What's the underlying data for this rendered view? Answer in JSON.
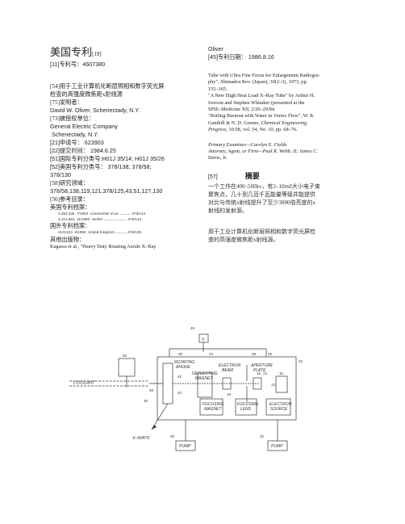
{
  "header": {
    "title": "美国专利",
    "title_sup": "[19]",
    "patent_number": "[11]专利号：4607380"
  },
  "left": {
    "patent_title_1": "[54]用于工业计算机化断层照相和数字荧光屏",
    "patent_title_2": "检查的高强度微焦距x射线源",
    "inventor_label": "[75]发明者：",
    "inventor": "David W. Oliver, Schenectady, N.Y.",
    "assignee_label": "[73]被授权单位：",
    "assignee_1": "General Electric Company",
    "assignee_2": " Schenectady, N.Y.",
    "application_no": "[21]申请号：  623903",
    "filed": "[22]提交时间：  1984.6.25",
    "intl_class": "[51]国际专利分类号:H01J 35/14; H01J 35/26",
    "us_class_1": "[52]美国专利分类号：  378/138; 378/58;",
    "us_class_2": "378/130",
    "field_label": "[58]研究领域：",
    "field": "378/58,138,119,121,378/125,43,51,127,130",
    "refs_label": "[56]参考目录：",
    "us_docs_label": "美国专利档案：",
    "us_refs": [
      {
        "num": "4,392,236",
        "date": "7/1983",
        "name": "Lorenschier et al.",
        "cls": "378/144"
      },
      {
        "num": "4,414,681",
        "date": "11/1983",
        "name": "Seifert",
        "cls": "378/144"
      }
    ],
    "foreign_docs_label": "国外专利档案：",
    "foreign_refs": [
      {
        "num": "2131224",
        "date": "6/1984",
        "name": "United Kingdom",
        "cls": "378/138"
      }
    ],
    "other_pubs_label": "其他出版物：",
    "other_pub_1": "Kagawa et al., \"Heavy Duty Rotating Anode X–Ray"
  },
  "right": {
    "cont_author": "Oliver",
    "date_line": "[45]专利日期：  1986.8.16",
    "cite_1_a": "Tube with Ultra Fine Focus for Enlargement Radiogra-",
    "cite_1_b": "phy\", Shimadzu Rev. (Japan), 30(2–3), 1973, pp.",
    "cite_1_c": "155–165.",
    "cite_2_a": "\"A New High Heat Load X–Ray Tube\" by Arthur H.",
    "cite_2_b": "Iverson and Stephen Whitaker (presented at the",
    "cite_2_c": "SPIE–Medicine XII, 2/26–29/84.",
    "cite_3_a": "\"Boiling Burnout with Water in Vortex Flow\", W. R.",
    "cite_3_b": "Gambill & N. D. Greene,",
    "cite_3_b_ital": "Chemical Engineering",
    "cite_3_c_ital": "Progress,",
    "cite_3_c": "10/58, vol. 54, No. 10, pp. 68–76.",
    "examiner": "Primary Examiner—Carolyn E. Fields",
    "attorney_1": "Attorney, Agent, or Firm—Paul R. Webb, II; James C.",
    "attorney_2": "Davis, Jr.",
    "abstract_num": "[57]",
    "abstract_word": "摘要",
    "abstract_lines": [
      "一个工作在400–500kv，有2–10mil大小电子束",
      "聚焦点，几十到几百千瓦能量等级并能提供",
      "对比与传统x射线提升了至少3000倍亮度的x",
      "射线的发射源。"
    ],
    "summary_lines": [
      "用于工业计算机化断层照相和数字荧光屏检",
      "查的高强度微焦距x射线源。"
    ]
  },
  "figure": {
    "labels": {
      "l48": "48",
      "V": "V",
      "l40": "40",
      "l20": "20",
      "l24": "24",
      "l28": "28",
      "l26": "26",
      "l22": "22",
      "l42": "42",
      "l38": "38",
      "l44": "44",
      "l16": "16",
      "l14": "14",
      "l12": "12",
      "l10": "10",
      "l18": "18",
      "l46": "46",
      "l30": "30",
      "l32": "32",
      "coolant": "COOLANT",
      "rotating_anode_1": "ROTATING",
      "rotating_anode_2": "ANODE",
      "deflecting_1": "DEFLECTING",
      "deflecting_2": "MAGNET",
      "electron_beam_1": "ELECTRON",
      "electron_beam_2": "BEAM",
      "aperture_1": "APERTURE",
      "aperture_2": "PLATE",
      "focusing_magnet_1": "FOCUSING",
      "focusing_magnet_2": "MAGNET",
      "focusing_lens_1": "FOCUSING",
      "focusing_lens_2": "LENS",
      "electron_source_1": "ELECTRON",
      "electron_source_2": "SOURCE",
      "xrays": "X–RAYS",
      "pump1": "PUMP",
      "pump2": "PUMP"
    }
  }
}
